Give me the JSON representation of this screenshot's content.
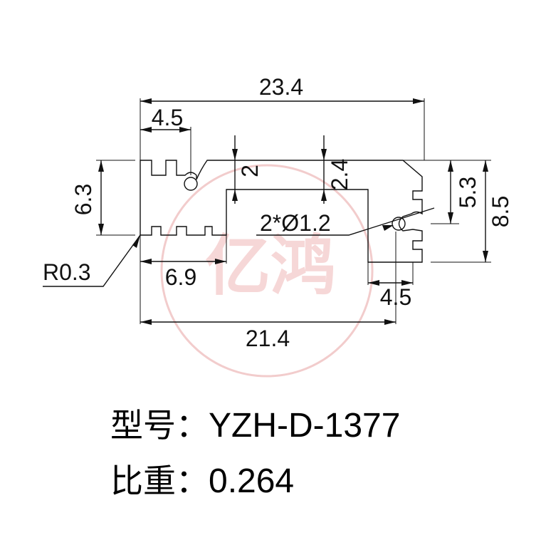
{
  "watermark": {
    "text": "亿鸿",
    "color": "#e8a3a3"
  },
  "dimensions": {
    "total_width": "23.4",
    "top_left_width": "4.5",
    "slot_depth": "2",
    "step_height": "2.4",
    "left_height": "6.3",
    "right_inner_height": "5.3",
    "total_height": "8.5",
    "holes": "2*Ø1.2",
    "corner_radius": "R0.3",
    "bottom_left_width": "6.9",
    "bottom_right_width": "4.5",
    "bottom_width": "21.4"
  },
  "info": {
    "model_label": "型号：",
    "model_value": "YZH-D-1377",
    "weight_label": "比重：",
    "weight_value": "0.264"
  }
}
